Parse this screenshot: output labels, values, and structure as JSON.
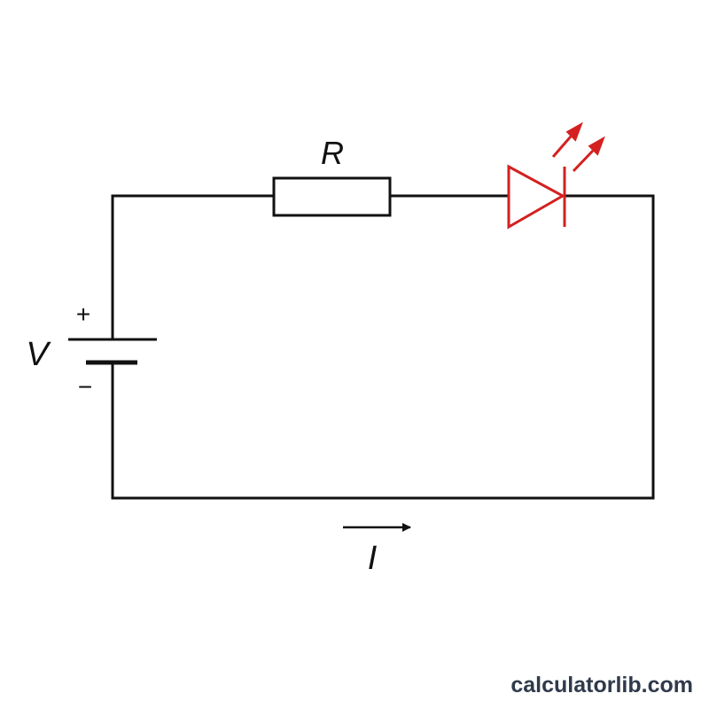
{
  "diagram": {
    "type": "circuit-schematic",
    "components": {
      "battery": {
        "label": "V",
        "positive_sign": "+",
        "negative_sign": "−",
        "icon": "battery-icon"
      },
      "resistor": {
        "label": "R",
        "icon": "resistor-icon"
      },
      "led": {
        "icon": "led-icon",
        "emission_icon": "light-emission-arrows-icon"
      },
      "current": {
        "label": "I",
        "icon": "current-direction-arrow-icon"
      }
    },
    "colors": {
      "wire": "#111111",
      "led": "#d42020"
    }
  },
  "watermark": {
    "text": "calculatorlib.com"
  }
}
